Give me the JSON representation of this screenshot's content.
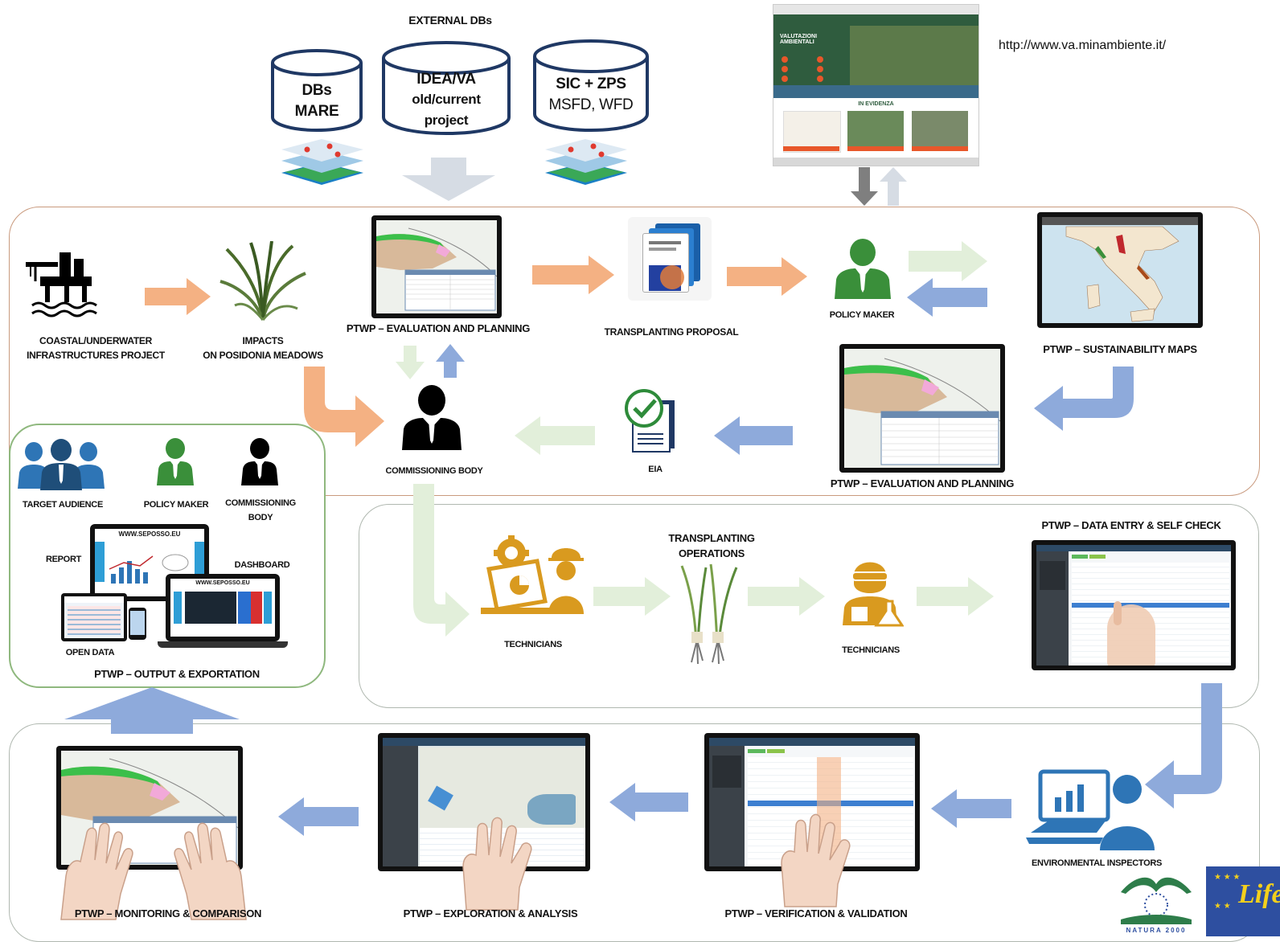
{
  "external": {
    "title": "EXTERNAL DBs",
    "db1": [
      "DBs",
      "MARE"
    ],
    "db2": [
      "IDEA/VA",
      "old/current",
      "project"
    ],
    "db3": [
      "SIC + ZPS",
      "MSFD, WFD"
    ]
  },
  "website": {
    "url": "http://www.va.minambiente.it/",
    "header_title": "VALUTAZIONI AMBIENTALI",
    "section": "IN EVIDENZA"
  },
  "row1": {
    "coastal": [
      "COASTAL/UNDERWATER",
      "INFRASTRUCTURES PROJECT"
    ],
    "impacts": [
      "IMPACTS",
      "ON POSIDONIA MEADOWS"
    ],
    "eval_planning": "PTWP – EVALUATION AND PLANNING",
    "transplanting_proposal": "TRANSPLANTING PROPOSAL",
    "policy_maker": "POLICY MAKER",
    "sustainability_maps": "PTWP – SUSTAINABILITY MAPS",
    "commissioning_body": "COMMISSIONING BODY",
    "eia": "EIA",
    "eval_planning_2": "PTWP – EVALUATION AND PLANNING"
  },
  "output": {
    "target_audience": "TARGET AUDIENCE",
    "policy_maker": "POLICY MAKER",
    "commissioning_body": [
      "COMMISSIONING",
      "BODY"
    ],
    "report": "REPORT",
    "dashboard": "DASHBOARD",
    "open_data": "OPEN DATA",
    "site_1": "WWW.SEPOSSO.EU",
    "site_2": "WWW.SEPOSSO.EU",
    "title": "PTWP – OUTPUT & EXPORTATION"
  },
  "row2": {
    "technicians_1": "TECHNICIANS",
    "transplanting_operations": [
      "TRANSPLANTING",
      "OPERATIONS"
    ],
    "technicians_2": "TECHNICIANS",
    "data_entry": "PTWP – DATA ENTRY & SELF CHECK"
  },
  "row3": {
    "monitoring": "PTWP – MONITORING & COMPARISON",
    "exploration": "PTWP – EXPLORATION & ANALYSIS",
    "verification": "PTWP – VERIFICATION & VALIDATION",
    "inspectors": "ENVIRONMENTAL INSPECTORS"
  },
  "logos": {
    "natura": "NATURA 2000",
    "life": "Life"
  },
  "colors": {
    "orange_arrow": "#f4b183",
    "blue_arrow": "#8eaadb",
    "green_arrow": "#e2efda",
    "grey_arrow": "#d6dce4",
    "green_figure": "#3a8f3a",
    "gold_figure": "#d99a1f",
    "panel_border": "#b0b8b0"
  }
}
